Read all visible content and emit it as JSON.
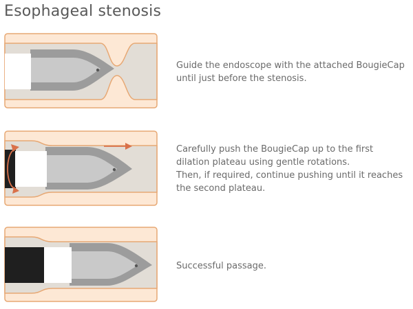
{
  "title": "Esophageal stenosis",
  "colors": {
    "wall_outline": "#e7a874",
    "lumen": "#e2ddd6",
    "tissue": "#fde8d5",
    "cap": "#9c9c9c",
    "cap_inner": "#c9c9c9",
    "scope_white": "#ffffff",
    "scope_dark": "#1f1f1f",
    "arrow": "#d9714a"
  },
  "steps": [
    {
      "lines": [
        "Guide the endoscope with the attached BougieCap",
        "until just before the stenosis."
      ]
    },
    {
      "lines": [
        "Carefully push the BougieCap up to the first",
        "dilation plateau using gentle rotations.",
        "Then, if required, continue pushing until it reaches",
        "the second plateau."
      ]
    },
    {
      "lines": [
        "Successful passage."
      ]
    }
  ]
}
